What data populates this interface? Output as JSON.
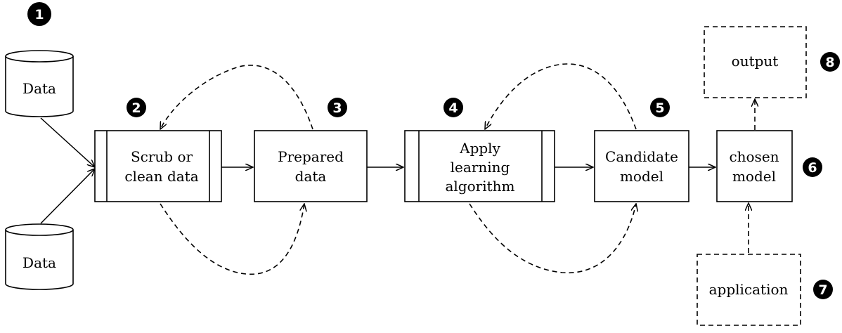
{
  "nodes": {
    "data_top": "Data",
    "data_bottom": "Data",
    "scrub": [
      "Scrub or",
      "clean data"
    ],
    "prepared": [
      "Prepared",
      "data"
    ],
    "apply": [
      "Apply",
      "learning",
      "algorithm"
    ],
    "candidate": [
      "Candidate",
      "model"
    ],
    "chosen": [
      "chosen",
      "model"
    ],
    "output": "output",
    "application": "application"
  },
  "badges": {
    "b1": "1",
    "b2": "2",
    "b3": "3",
    "b4": "4",
    "b5": "5",
    "b6": "6",
    "b7": "7",
    "b8": "8"
  }
}
